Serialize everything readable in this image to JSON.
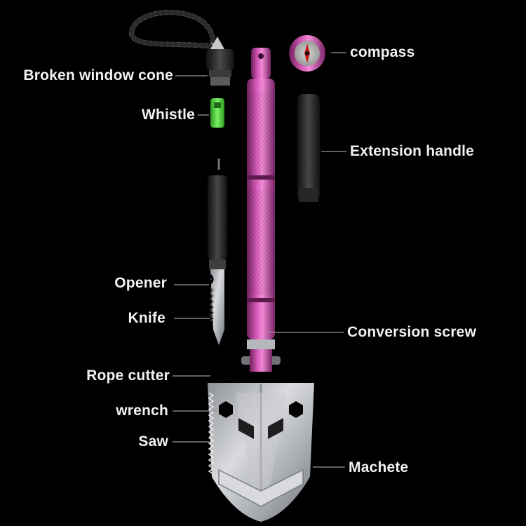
{
  "labels": {
    "broken_window_cone": "Broken window cone",
    "whistle": "Whistle",
    "compass": "compass",
    "extension_handle": "Extension handle",
    "opener": "Opener",
    "knife": "Knife",
    "conversion_screw": "Conversion screw",
    "rope_cutter": "Rope cutter",
    "wrench": "wrench",
    "saw": "Saw",
    "machete": "Machete"
  },
  "colors": {
    "background": "#000000",
    "label_text": "#f2f2f2",
    "leader_line": "#9a9a9a",
    "handle_pink": "#c44aa6",
    "blade_steel": "#b9bcc1",
    "whistle_green": "#4fd03a",
    "grip_black": "#2a2a2a"
  }
}
